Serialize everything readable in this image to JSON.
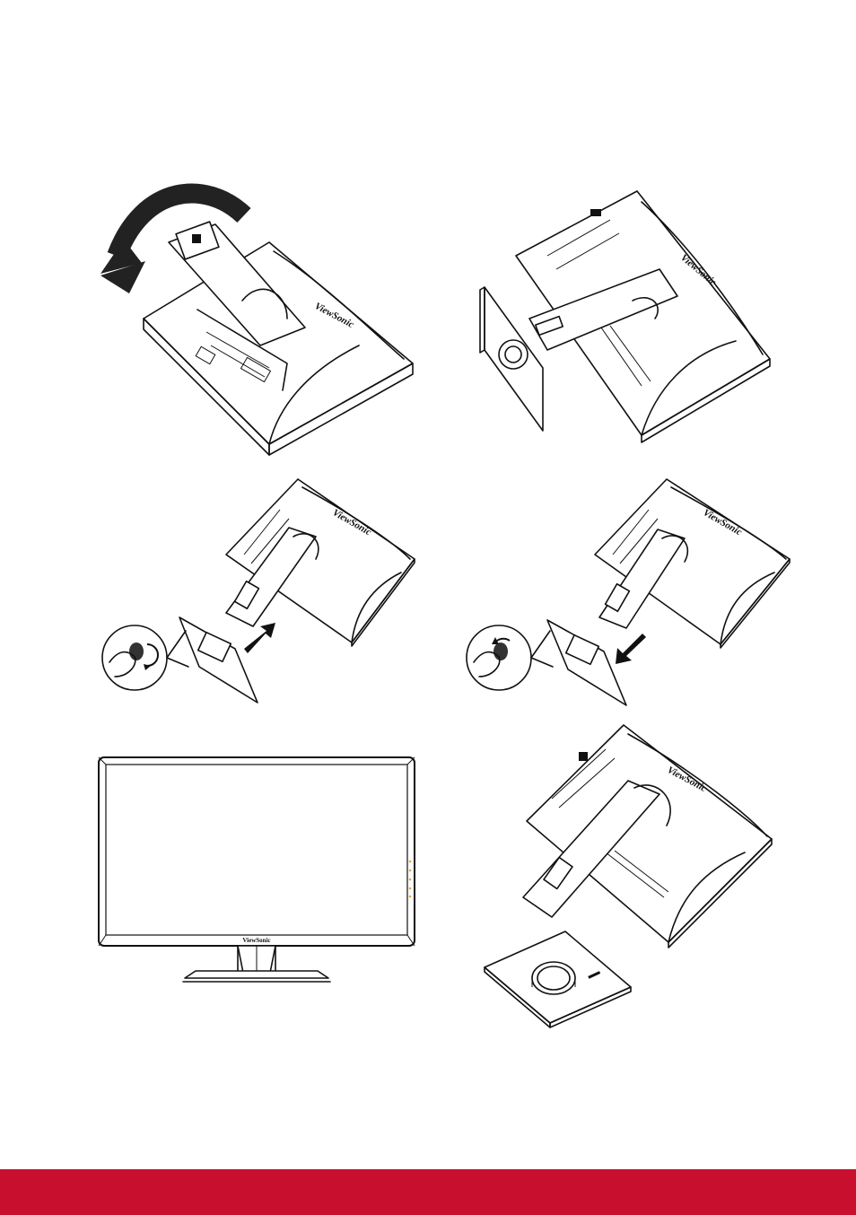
{
  "brand": {
    "logo_text": "ViewSonic"
  },
  "steps": [
    {
      "id": 1,
      "illustration": "rotate-monitor-face-down"
    },
    {
      "id": 2,
      "illustration": "attach-base-to-stand"
    },
    {
      "id": 3,
      "illustration": "tighten-base-screw-clockwise"
    },
    {
      "id": 4,
      "illustration": "loosen-base-screw-counterclockwise"
    },
    {
      "id": 5,
      "illustration": "assembled-monitor-front-view"
    },
    {
      "id": 6,
      "illustration": "detach-base-from-stand"
    }
  ],
  "colors": {
    "footer": "#c8102e",
    "line": "#111111",
    "led": "#e8a33a"
  }
}
